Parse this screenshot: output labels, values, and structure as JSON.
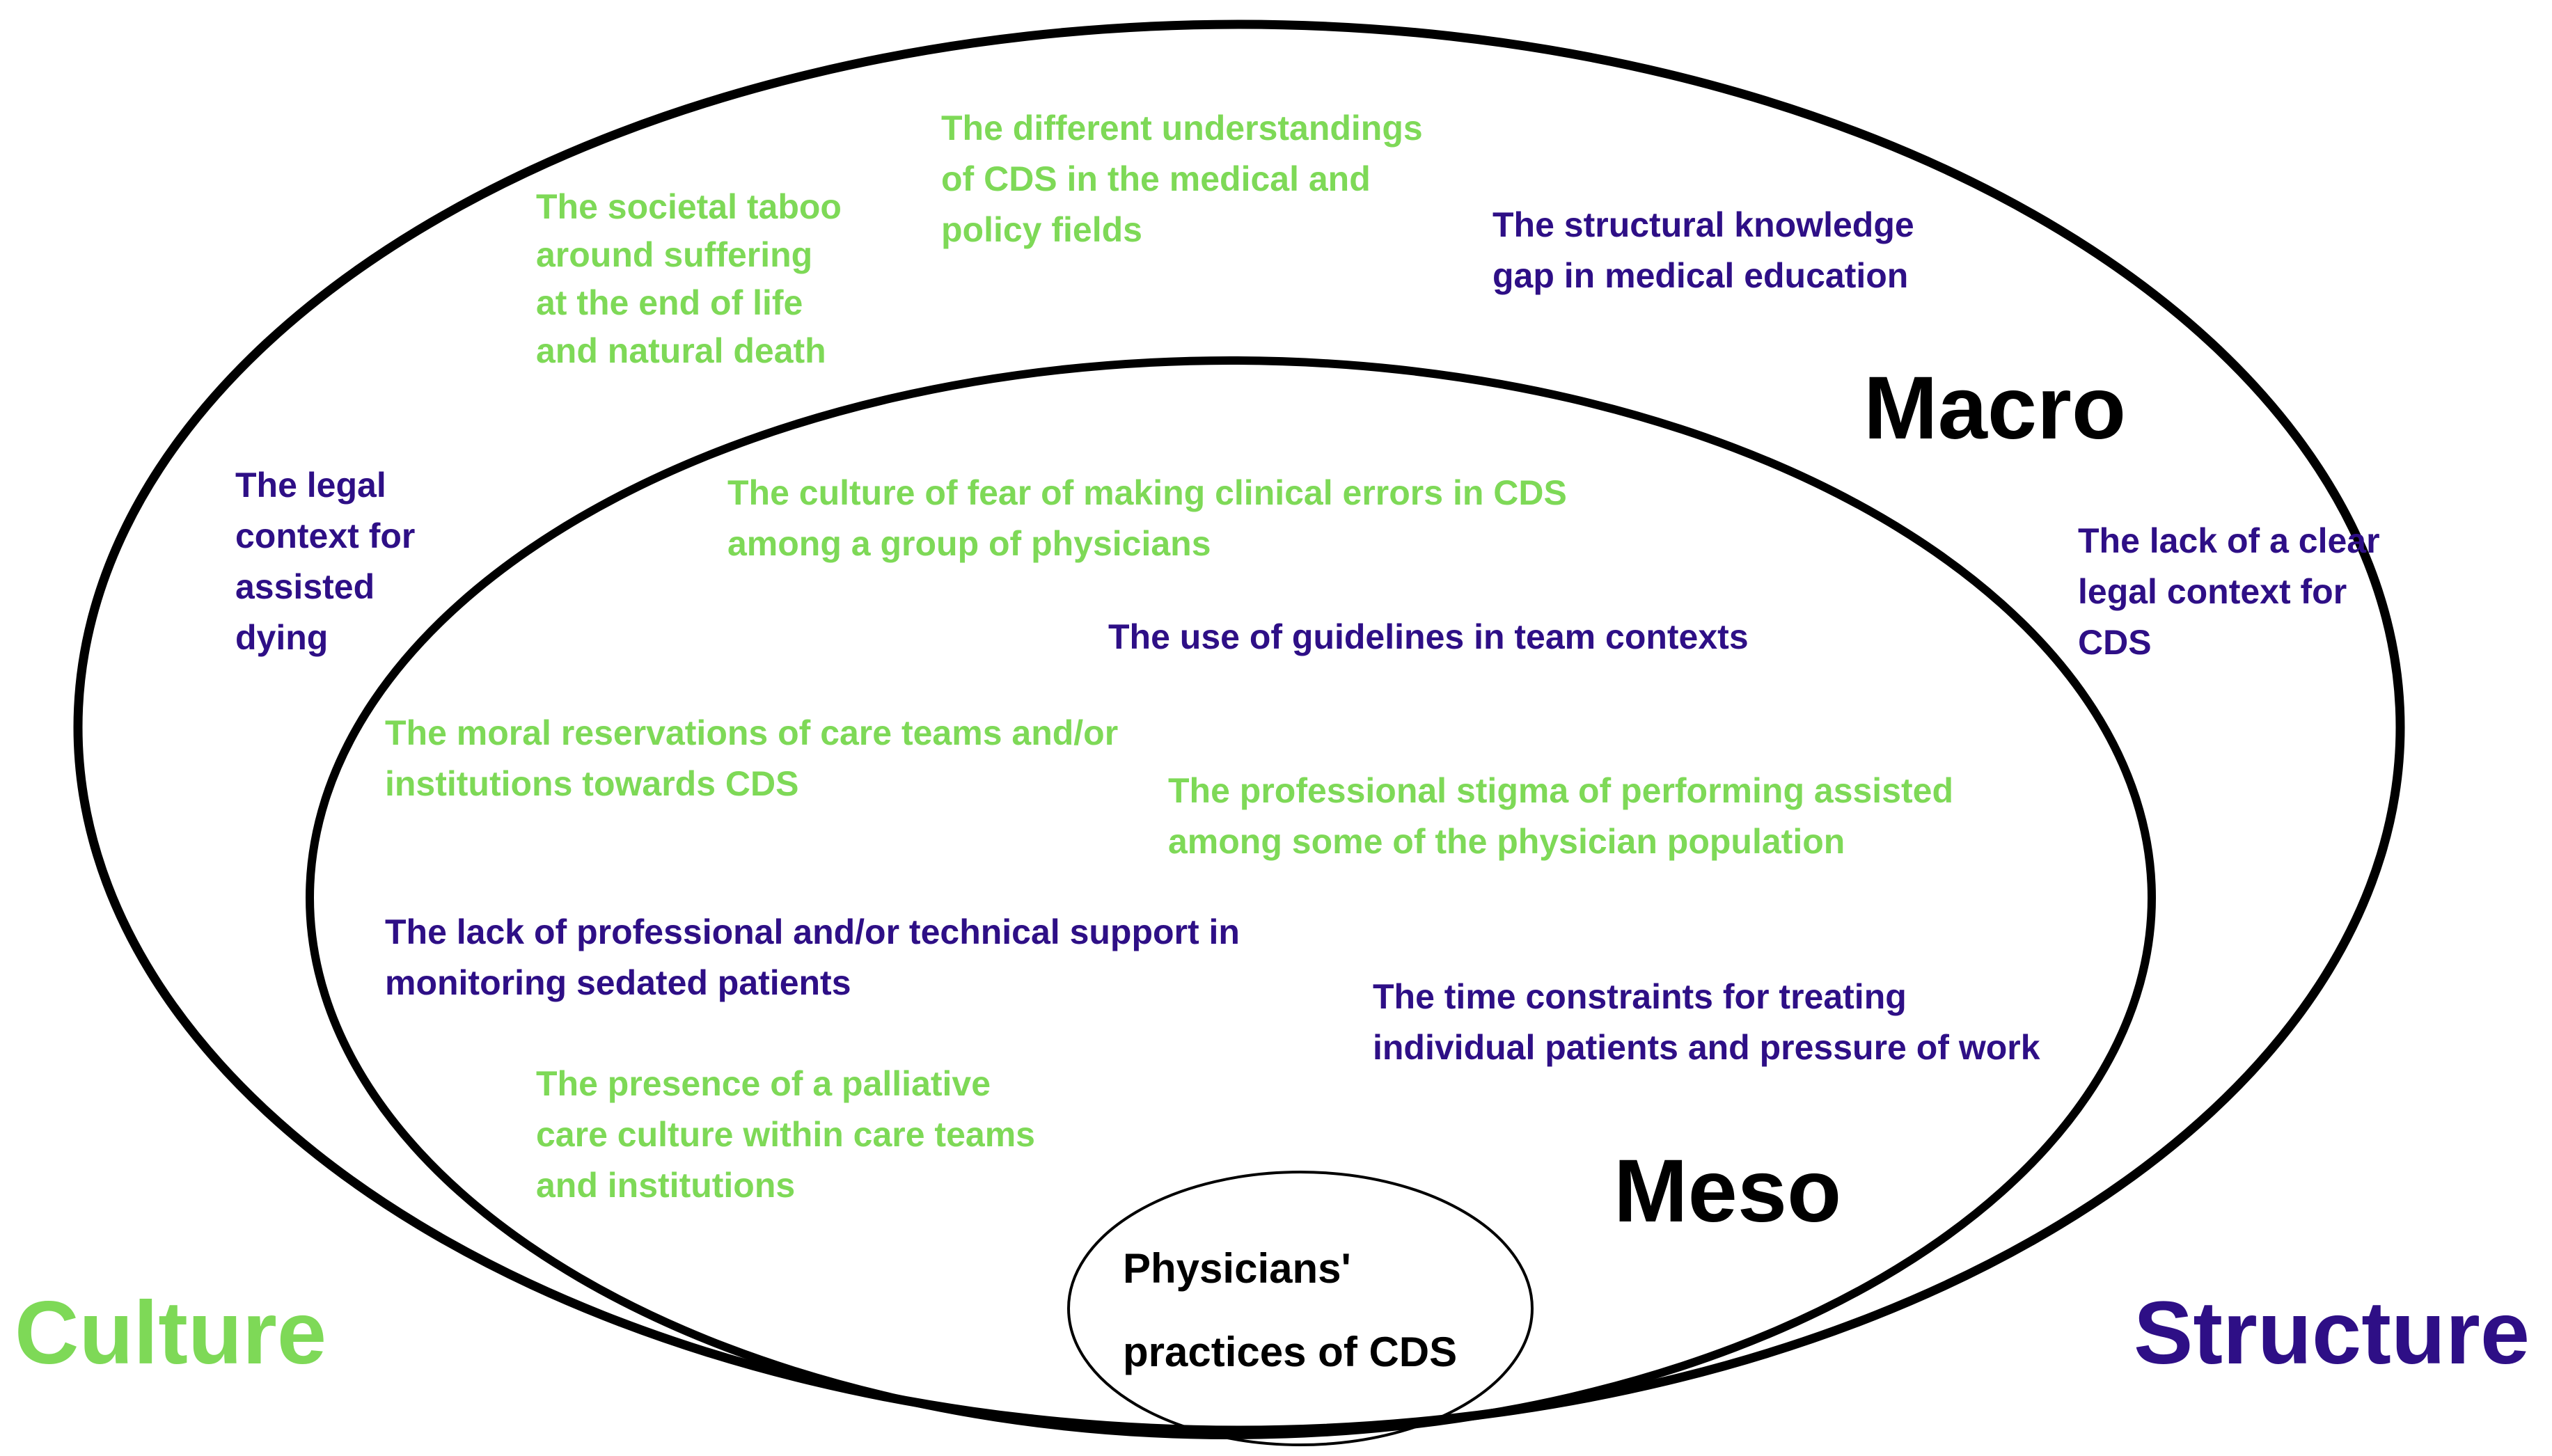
{
  "colors": {
    "culture": "#7ed957",
    "structure": "#2e0f86",
    "outline": "#000000"
  },
  "levels": {
    "macro": "Macro",
    "meso": "Meso"
  },
  "core": {
    "label": "Physicians'\npractices of CDS"
  },
  "axes": {
    "culture": "Culture",
    "structure": "Structure"
  },
  "macro_factors": {
    "societal_taboo": "The societal taboo\naround suffering\nat the end of life\nand natural death",
    "different_understandings": "The different understandings\nof CDS in the medical and\npolicy fields",
    "knowledge_gap": "The structural knowledge\ngap in medical education",
    "legal_context_assisted": "The legal\ncontext for\nassisted\ndying",
    "lack_legal_context_cds": "The lack of a clear\nlegal context for\nCDS"
  },
  "meso_factors": {
    "culture_of_fear": "The culture of fear of making clinical errors in CDS\namong a group of physicians",
    "guidelines": "The use of guidelines in team contexts",
    "moral_reservations": "The moral reservations of care teams and/or\ninstitutions towards CDS",
    "professional_stigma": "The professional stigma of performing assisted\namong some of the physician population",
    "lack_support": "The lack of professional and/or technical support in\nmonitoring sedated patients",
    "time_constraints": "The time constraints for treating\nindividual patients and pressure of work",
    "palliative_culture": "The presence of a palliative\ncare culture within care teams\nand institutions"
  }
}
